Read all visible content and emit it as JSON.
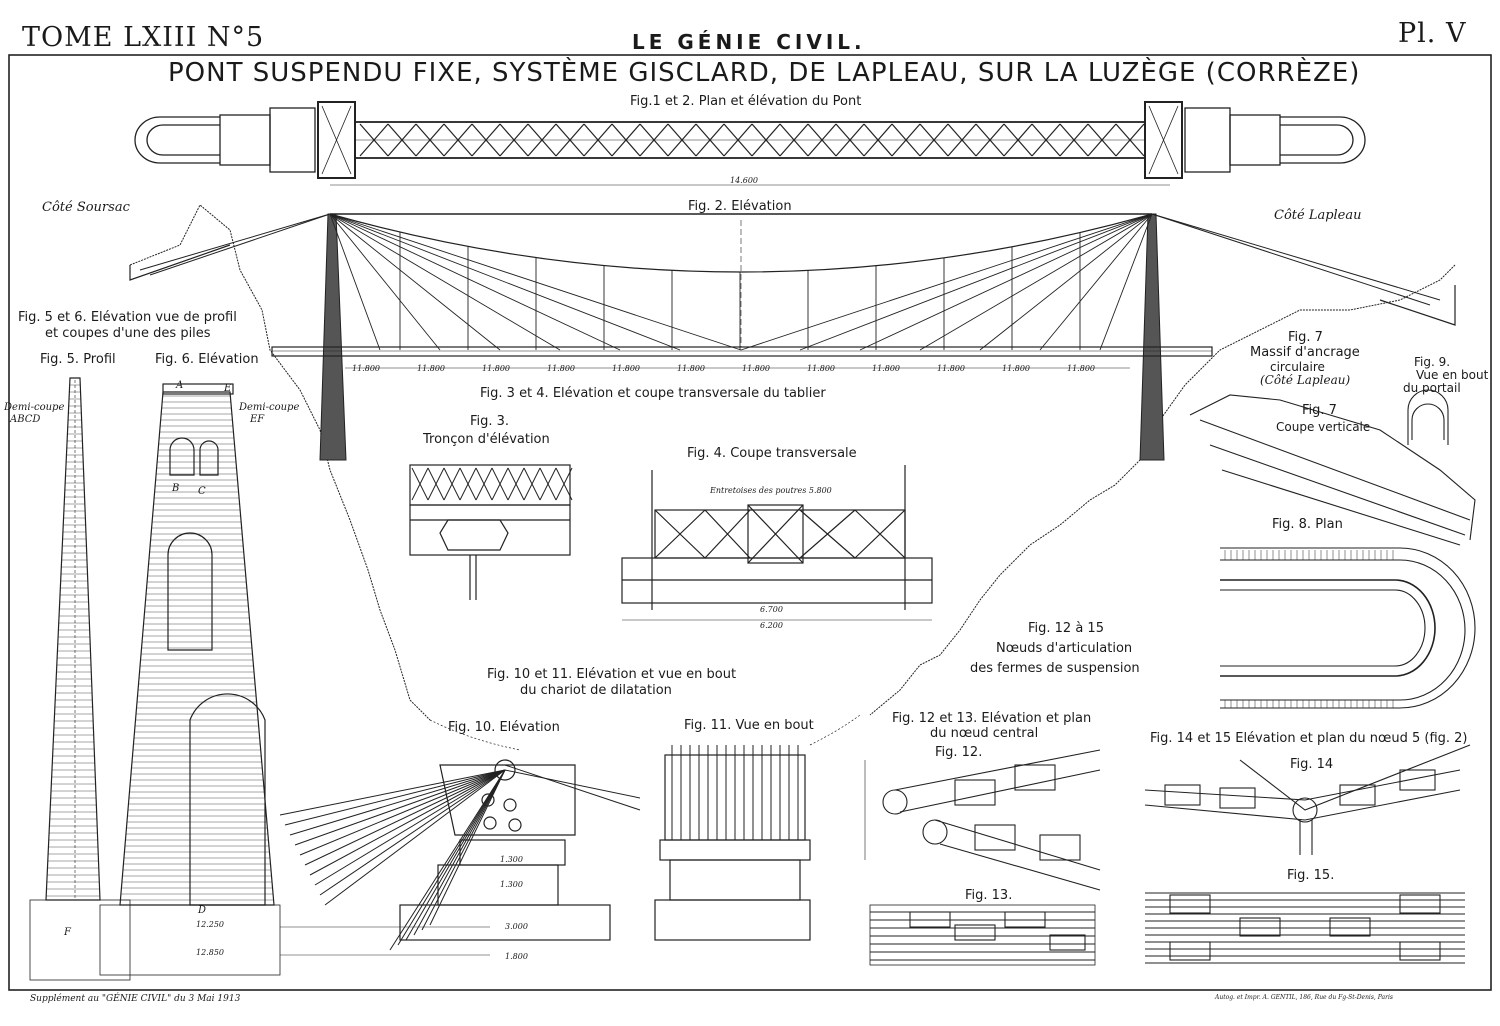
{
  "header": {
    "tome": "TOME LXIII N°5",
    "journal": "LE GÉNIE CIVIL.",
    "plate": "Pl. V"
  },
  "title": "PONT SUSPENDU FIXE, SYSTÈME GISCLARD, DE LAPLEAU, SUR LA LUZÈGE (CORRÈZE)",
  "figures": {
    "fig1_2": "Fig.1 et 2. Plan et élévation du Pont",
    "fig2": "Fig. 2. Elévation",
    "cote_left": "Côté Soursac",
    "cote_right": "Côté Lapleau",
    "fig5_6_line1": "Fig. 5 et 6. Elévation vue de profil",
    "fig5_6_line2": "et coupes d'une des piles",
    "fig5": "Fig. 5. Profil",
    "fig6": "Fig. 6. Elévation",
    "demi_left_1": "Demi-coupe",
    "demi_left_2": "ABCD",
    "demi_right_1": "Demi-coupe",
    "demi_right_2": "EF",
    "fig3_4": "Fig. 3 et 4. Elévation et coupe transversale du tablier",
    "fig3_1": "Fig. 3.",
    "fig3_2": "Tronçon d'élévation",
    "fig4": "Fig. 4. Coupe transversale",
    "fig7_main_1": "Fig. 7",
    "fig7_main_2": "Massif d'ancrage",
    "fig7_main_3": "circulaire",
    "fig7_main_4": "(Côté Lapleau)",
    "fig9_1": "Fig. 9.",
    "fig9_2": "Vue en bout",
    "fig9_3": "du portail",
    "fig7_sub_1": "Fig. 7",
    "fig7_sub_2": "Coupe verticale",
    "fig8": "Fig. 8. Plan",
    "fig12_15_1": "Fig. 12 à 15",
    "fig12_15_2": "Nœuds d'articulation",
    "fig12_15_3": "des fermes de suspension",
    "fig10_11_1": "Fig. 10 et 11. Elévation et vue en bout",
    "fig10_11_2": "du chariot de dilatation",
    "fig10": "Fig. 10. Elévation",
    "fig11": "Fig. 11. Vue en bout",
    "fig12_13_1": "Fig. 12 et 13. Elévation et plan",
    "fig12_13_2": "du nœud central",
    "fig12": "Fig. 12.",
    "fig13": "Fig. 13.",
    "fig14_15": "Fig. 14 et 15 Elévation et plan du nœud 5 (fig. 2)",
    "fig14": "Fig. 14",
    "fig15": "Fig. 15."
  },
  "dimensions": {
    "spans": [
      "11.800",
      "11.800",
      "11.800",
      "11.800",
      "11.800",
      "11.800",
      "11.800",
      "11.800",
      "11.800",
      "11.800",
      "11.800",
      "11.800"
    ],
    "plan_length": "14.600",
    "fig4_top": "Entretoises des poutres 5.800",
    "fig4_bottom1": "6.700",
    "fig4_bottom2": "6.200",
    "fig10_a": "1.300",
    "fig10_b": "1.300",
    "fig10_c": "3.000",
    "fig10_d": "1.800",
    "fig6_a": "12.250",
    "fig6_b": "12.850"
  },
  "pier_letters": [
    "A",
    "B",
    "C",
    "D",
    "E",
    "F"
  ],
  "footer": {
    "left": "Supplément au \"GÉNIE CIVIL\" du 3 Mai 1913",
    "right": "Autog. et Impr. A. GENTIL, 186, Rue du Fg-St-Denis, Paris"
  }
}
